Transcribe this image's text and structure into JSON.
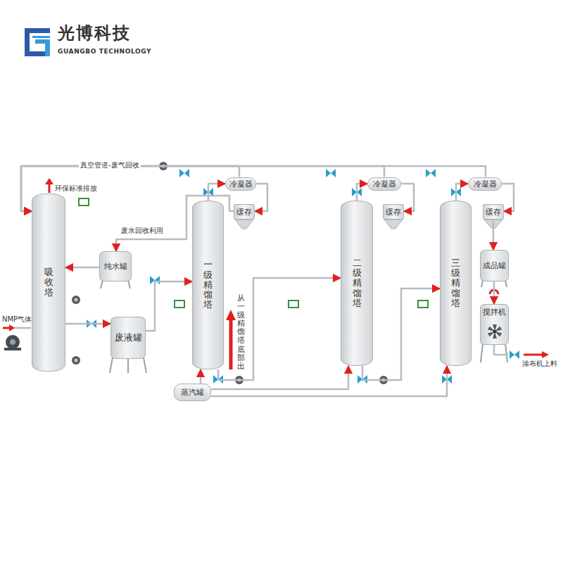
{
  "diagram": {
    "nodes": [
      {
        "text": [
          "吸收塔"
        ]
      },
      {
        "text": [
          "纯水罐"
        ]
      },
      {
        "text": [
          "废液罐"
        ]
      },
      {
        "text": [
          "一级精馏塔"
        ]
      },
      {
        "text": [
          "冷凝器"
        ]
      },
      {
        "text": [
          "缓存"
        ]
      },
      {
        "text": [
          "二级精馏塔"
        ]
      },
      {
        "text": [
          "冷凝器"
        ]
      },
      {
        "text": [
          "缓存"
        ]
      },
      {
        "text": [
          "三级精馏塔"
        ]
      },
      {
        "text": [
          "冷凝器"
        ]
      },
      {
        "text": [
          "缓存"
        ]
      },
      {
        "text": [
          "成品罐"
        ]
      },
      {
        "text": [
          "搅拌机"
        ]
      },
      {
        "text": [
          "蒸汽罐"
        ]
      }
    ],
    "edges": [
      {
        "from": 1,
        "to": 0,
        "arrow": "to"
      },
      {
        "from": 0,
        "to": 2,
        "arrow": "to"
      },
      {
        "from": 2,
        "to": 3,
        "arrow": "to"
      },
      {
        "from": 3,
        "to": 4,
        "arrow": "to"
      },
      {
        "from": 4,
        "to": 5,
        "arrow": "to"
      },
      {
        "from": 5,
        "to": 1,
        "arrow": "to"
      },
      {
        "from": 3,
        "to": 6,
        "arrow": "to"
      },
      {
        "from": 6,
        "to": 7,
        "arrow": "to"
      },
      {
        "from": 7,
        "to": 8,
        "arrow": "to"
      },
      {
        "from": 6,
        "to": 9,
        "arrow": "to"
      },
      {
        "from": 9,
        "to": 10,
        "arrow": "to"
      },
      {
        "from": 10,
        "to": 11,
        "arrow": "to"
      },
      {
        "from": 11,
        "to": 12,
        "arrow": "to"
      },
      {
        "from": 12,
        "to": 13,
        "arrow": "to"
      },
      {
        "from": 14,
        "to": 3,
        "arrow": "to"
      },
      {
        "from": 14,
        "to": 6,
        "arrow": "to"
      },
      {
        "from": 14,
        "to": 9,
        "arrow": "to"
      },
      {
        "from": 4,
        "to": 0,
        "arrow": "to"
      },
      {
        "from": 7,
        "to": 0,
        "arrow": "to"
      },
      {
        "from": 10,
        "to": 0,
        "arrow": "to"
      }
    ],
    "labels": [
      "光博科技",
      "GUANGBO TECHNOLOGY",
      "环保标准排放",
      "真空管道-废气回收",
      "废水回收利用",
      "NMP气体",
      "从一级精馏塔底部出",
      "涂布机上料"
    ]
  }
}
